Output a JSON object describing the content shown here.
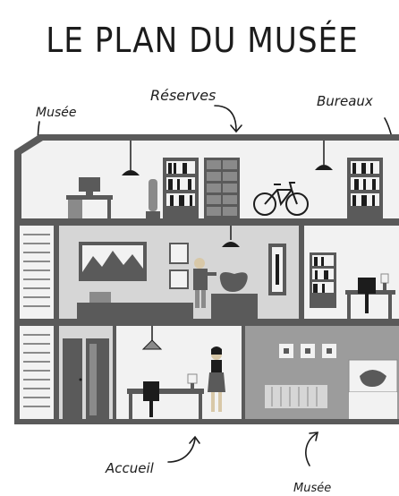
{
  "title": "LE PLAN DU MUSÉE",
  "labels": {
    "reserves": "Réserves",
    "musee_top": "Musée",
    "bureaux": "Bureaux",
    "accueil": "Accueil",
    "musee_bottom": "Musée"
  },
  "colors": {
    "ink": "#1c1c1c",
    "wall_dark": "#5a5a5a",
    "wall_mid": "#8a8a8a",
    "room_light": "#d6d6d6",
    "room_white": "#f2f2f2",
    "museum_gray": "#9c9c9c"
  }
}
